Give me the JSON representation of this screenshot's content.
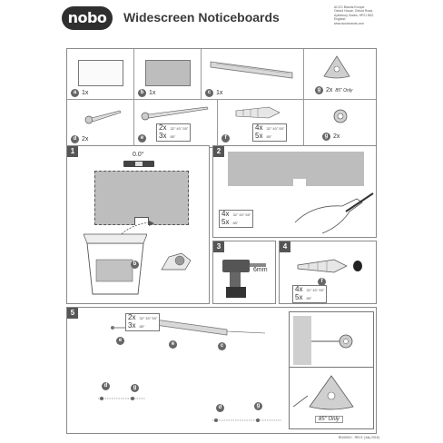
{
  "header": {
    "logo": "nobo",
    "title": "Widescreen Noticeboards",
    "address": [
      "ACCO Brands Europe",
      "Oxford House, Oxford Road,",
      "Aylesbury, Bucks, HP21 8SZ,",
      "England",
      "www.accobrands.com"
    ]
  },
  "parts": {
    "a": {
      "letter": "a",
      "qty": "1x"
    },
    "b": {
      "letter": "b",
      "qty": "1x"
    },
    "c": {
      "letter": "c",
      "qty": "1x"
    },
    "g_tri": {
      "letter": "g",
      "qty": "2x",
      "note": "85\" Only"
    },
    "d": {
      "letter": "d",
      "qty": "2x"
    },
    "e": {
      "letter": "e",
      "rows": [
        {
          "qty": "2x",
          "sizes": "32\" 40\" 55\""
        },
        {
          "qty": "3x",
          "sizes": "85\""
        }
      ]
    },
    "f": {
      "letter": "f",
      "rows": [
        {
          "qty": "4x",
          "sizes": "32\" 40\" 55\""
        },
        {
          "qty": "5x",
          "sizes": "85\""
        }
      ]
    },
    "g_washer": {
      "letter": "g",
      "qty": "2x"
    }
  },
  "steps": {
    "s1": {
      "num": "1",
      "level": "0.0°",
      "label": "b"
    },
    "s2": {
      "num": "2",
      "rows": [
        {
          "qty": "4x",
          "sizes": "32\" 40\" 55\""
        },
        {
          "qty": "5x",
          "sizes": "85\""
        }
      ]
    },
    "s3": {
      "num": "3",
      "drill": "6mm"
    },
    "s4": {
      "num": "4",
      "label": "f",
      "rows": [
        {
          "qty": "4x",
          "sizes": "32\" 40\" 55\""
        },
        {
          "qty": "5x",
          "sizes": "85\""
        }
      ]
    },
    "s5": {
      "num": "5",
      "rows": [
        {
          "qty": "2x",
          "sizes": "32\" 40\" 55\""
        },
        {
          "qty": "3x",
          "sizes": "85\""
        }
      ],
      "labels": {
        "e": "e",
        "c": "c",
        "d": "d",
        "g": "g"
      },
      "note": "85\" Only"
    }
  },
  "footer": "BN42610 - REV1 (July 2016)"
}
